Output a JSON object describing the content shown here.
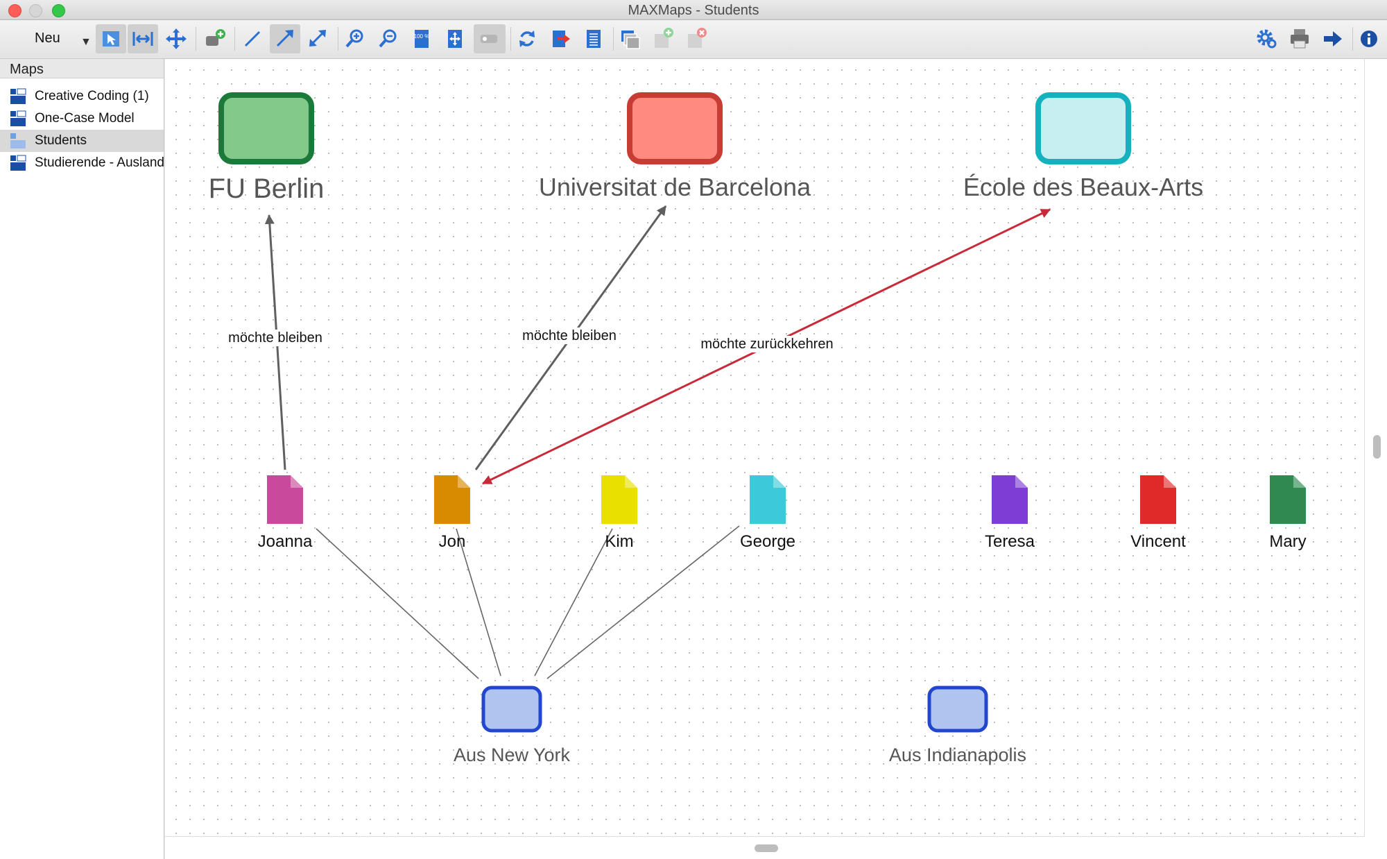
{
  "window": {
    "title": "MAXMaps - Students"
  },
  "toolbar": {
    "new_label": "Neu",
    "left_tools": [
      {
        "name": "select-tool-icon",
        "active": true
      },
      {
        "name": "fit-width-icon",
        "active": true
      },
      {
        "name": "move-canvas-icon",
        "active": false
      },
      {
        "name": "add-object-icon",
        "active": false
      },
      {
        "name": "line-tool-icon",
        "active": false
      },
      {
        "name": "arrow-tool-icon",
        "active": true
      },
      {
        "name": "double-arrow-tool-icon",
        "active": false
      },
      {
        "name": "zoom-in-icon",
        "active": false
      },
      {
        "name": "zoom-out-icon",
        "active": false
      },
      {
        "name": "zoom-100-icon",
        "active": false
      },
      {
        "name": "fit-to-window-icon",
        "active": false
      },
      {
        "name": "toggle-labels-icon",
        "active": false
      },
      {
        "name": "refresh-icon",
        "active": false
      },
      {
        "name": "export-icon",
        "active": false
      },
      {
        "name": "notes-icon",
        "active": false
      },
      {
        "name": "layers-icon",
        "active": false
      },
      {
        "name": "add-layer-icon",
        "active": false
      },
      {
        "name": "delete-layer-icon",
        "active": false
      }
    ],
    "zoom_100_text": "100 %",
    "right_tools": [
      "settings-icon",
      "print-icon",
      "export-arrow-icon",
      "info-icon"
    ]
  },
  "sidebar": {
    "header": "Maps",
    "items": [
      {
        "label": "Creative Coding (1)",
        "selected": false
      },
      {
        "label": "One-Case Model",
        "selected": false
      },
      {
        "label": "Students",
        "selected": true
      },
      {
        "label": "Studierende - Auslandssemester",
        "selected": false
      }
    ]
  },
  "map": {
    "universities": [
      {
        "id": "fu-berlin",
        "label": "FU Berlin",
        "fill": "#82c98a",
        "stroke": "#1b7a3a"
      },
      {
        "id": "barcelona",
        "label": "Universitat de Barcelona",
        "fill": "#ff8a80",
        "stroke": "#c73d34"
      },
      {
        "id": "beaux-arts",
        "label": "École des Beaux-Arts",
        "fill": "#c7eef1",
        "stroke": "#14b2bd"
      }
    ],
    "documents": [
      {
        "id": "joanna",
        "label": "Joanna",
        "color": "#c94a9c"
      },
      {
        "id": "jon",
        "label": "Jon",
        "color": "#d98b00"
      },
      {
        "id": "kim",
        "label": "Kim",
        "color": "#e9e000"
      },
      {
        "id": "george",
        "label": "George",
        "color": "#3cc9d8"
      },
      {
        "id": "teresa",
        "label": "Teresa",
        "color": "#7e3ed6"
      },
      {
        "id": "vincent",
        "label": "Vincent",
        "color": "#e02a2a"
      },
      {
        "id": "mary",
        "label": "Mary",
        "color": "#2e8a4f"
      }
    ],
    "origins": [
      {
        "id": "new-york",
        "label": "Aus New York",
        "fill": "#b0c4f0",
        "stroke": "#2346cf"
      },
      {
        "id": "indianapolis",
        "label": "Aus Indianapolis",
        "fill": "#b0c4f0",
        "stroke": "#2346cf"
      }
    ],
    "arrows": [
      {
        "from": "joanna",
        "to": "fu-berlin",
        "label": "möchte bleiben",
        "color": "#5f5f5f"
      },
      {
        "from": "jon",
        "to": "barcelona",
        "label": "möchte bleiben",
        "color": "#5f5f5f"
      },
      {
        "from": "beaux-arts",
        "to": "jon",
        "label": "möchte zurückkehren",
        "color": "#c82a3a",
        "double": true
      }
    ],
    "links": [
      {
        "from": "joanna",
        "to": "new-york"
      },
      {
        "from": "jon",
        "to": "new-york"
      },
      {
        "from": "kim",
        "to": "new-york"
      },
      {
        "from": "george",
        "to": "new-york"
      }
    ]
  }
}
